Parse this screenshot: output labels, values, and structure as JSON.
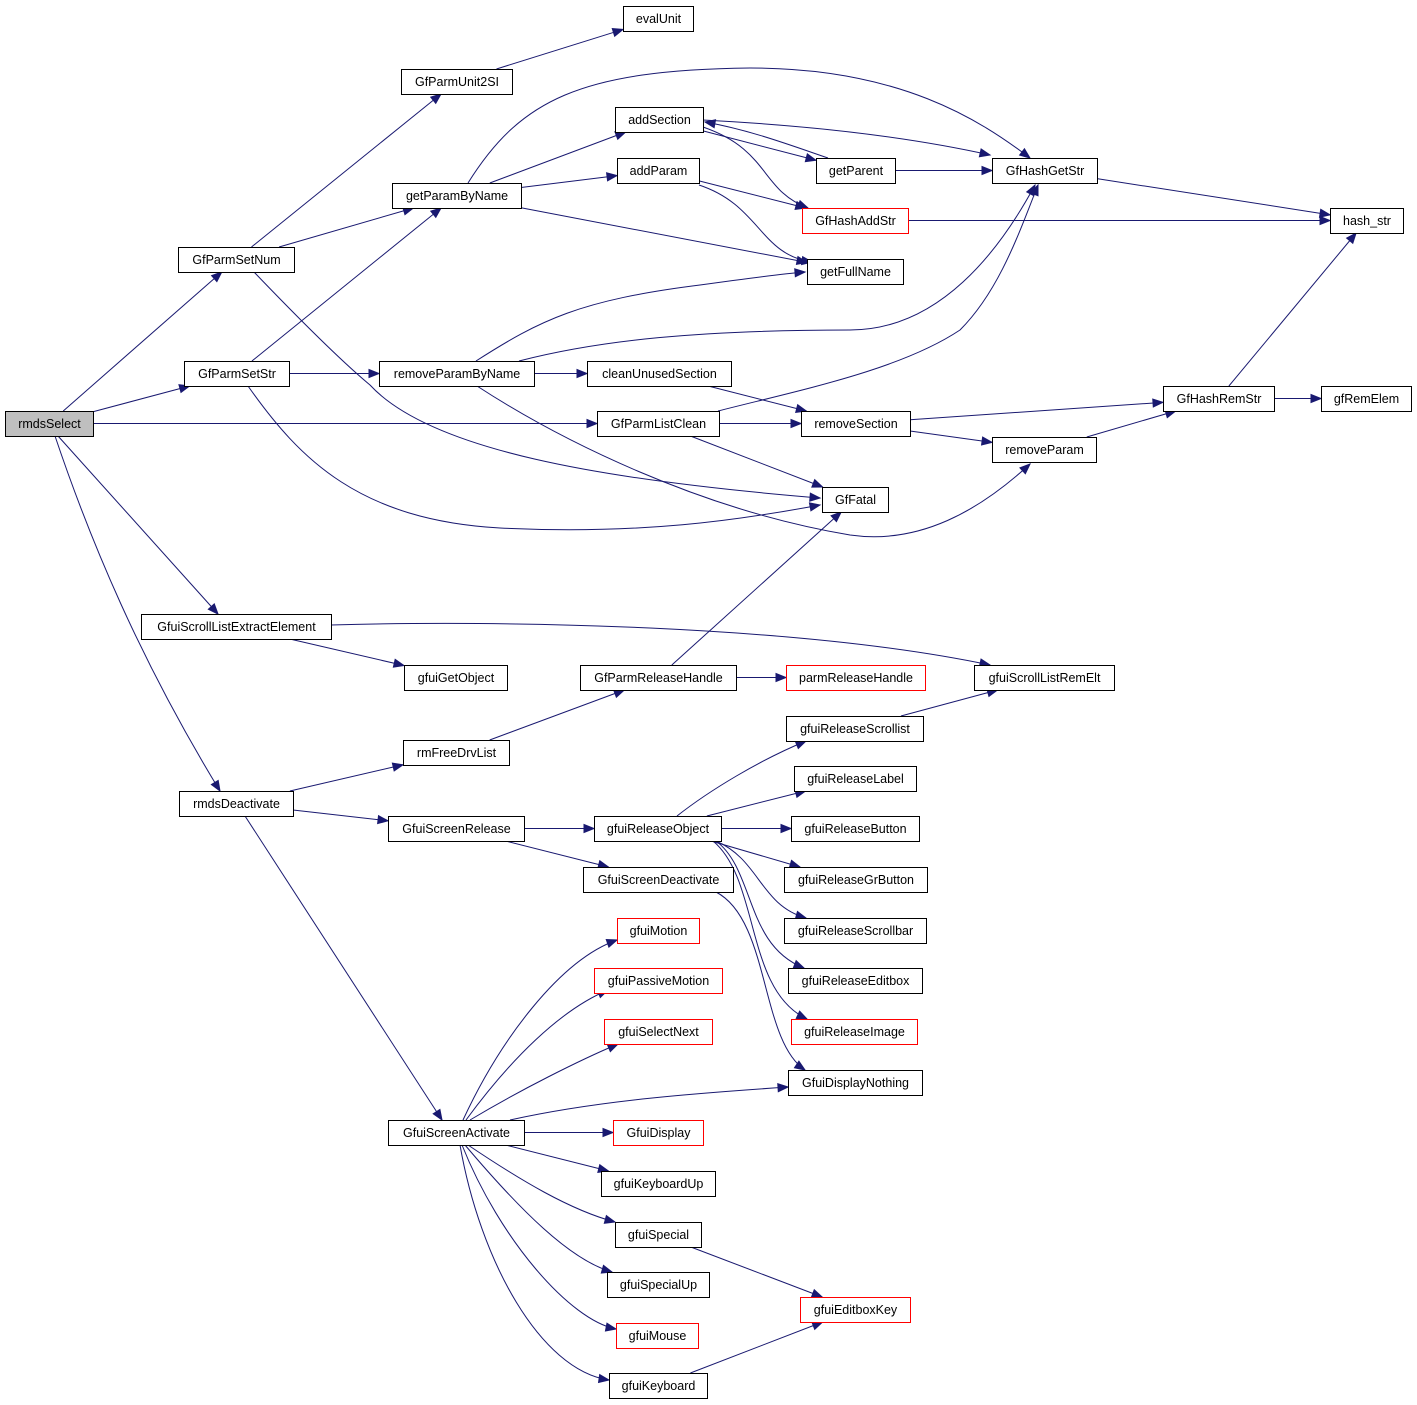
{
  "diagram": {
    "type": "call-graph",
    "root": "rmdsSelect",
    "colors": {
      "edge": "#191970",
      "node_border": "#000000",
      "incomplete_node_border": "#ff0000",
      "root_fill": "#bfbfbf"
    },
    "nodes": [
      {
        "id": "rmdsSelect",
        "label": "rmdsSelect",
        "style": "root"
      },
      {
        "id": "evalUnit",
        "label": "evalUnit",
        "style": "normal"
      },
      {
        "id": "GfParmUnit2SI",
        "label": "GfParmUnit2SI",
        "style": "normal"
      },
      {
        "id": "addSection",
        "label": "addSection",
        "style": "normal"
      },
      {
        "id": "addParam",
        "label": "addParam",
        "style": "normal"
      },
      {
        "id": "getParent",
        "label": "getParent",
        "style": "normal"
      },
      {
        "id": "GfHashGetStr",
        "label": "GfHashGetStr",
        "style": "normal"
      },
      {
        "id": "getParamByName",
        "label": "getParamByName",
        "style": "normal"
      },
      {
        "id": "GfHashAddStr",
        "label": "GfHashAddStr",
        "style": "red"
      },
      {
        "id": "hash_str",
        "label": "hash_str",
        "style": "normal"
      },
      {
        "id": "GfParmSetNum",
        "label": "GfParmSetNum",
        "style": "normal"
      },
      {
        "id": "getFullName",
        "label": "getFullName",
        "style": "normal"
      },
      {
        "id": "GfParmSetStr",
        "label": "GfParmSetStr",
        "style": "normal"
      },
      {
        "id": "removeParamByName",
        "label": "removeParamByName",
        "style": "normal"
      },
      {
        "id": "cleanUnusedSection",
        "label": "cleanUnusedSection",
        "style": "normal"
      },
      {
        "id": "GfHashRemStr",
        "label": "GfHashRemStr",
        "style": "normal"
      },
      {
        "id": "gfRemElem",
        "label": "gfRemElem",
        "style": "normal"
      },
      {
        "id": "GfParmListClean",
        "label": "GfParmListClean",
        "style": "normal"
      },
      {
        "id": "removeSection",
        "label": "removeSection",
        "style": "normal"
      },
      {
        "id": "removeParam",
        "label": "removeParam",
        "style": "normal"
      },
      {
        "id": "GfFatal",
        "label": "GfFatal",
        "style": "normal"
      },
      {
        "id": "GfuiScrollListExtractElement",
        "label": "GfuiScrollListExtractElement",
        "style": "normal"
      },
      {
        "id": "gfuiGetObject",
        "label": "gfuiGetObject",
        "style": "normal"
      },
      {
        "id": "GfParmReleaseHandle",
        "label": "GfParmReleaseHandle",
        "style": "normal"
      },
      {
        "id": "parmReleaseHandle",
        "label": "parmReleaseHandle",
        "style": "red"
      },
      {
        "id": "gfuiScrollListRemElt",
        "label": "gfuiScrollListRemElt",
        "style": "normal"
      },
      {
        "id": "gfuiReleaseScrollist",
        "label": "gfuiReleaseScrollist",
        "style": "normal"
      },
      {
        "id": "rmFreeDrvList",
        "label": "rmFreeDrvList",
        "style": "normal"
      },
      {
        "id": "gfuiReleaseLabel",
        "label": "gfuiReleaseLabel",
        "style": "normal"
      },
      {
        "id": "rmdsDeactivate",
        "label": "rmdsDeactivate",
        "style": "normal"
      },
      {
        "id": "GfuiScreenRelease",
        "label": "GfuiScreenRelease",
        "style": "normal"
      },
      {
        "id": "gfuiReleaseObject",
        "label": "gfuiReleaseObject",
        "style": "normal"
      },
      {
        "id": "gfuiReleaseButton",
        "label": "gfuiReleaseButton",
        "style": "normal"
      },
      {
        "id": "GfuiScreenDeactivate",
        "label": "GfuiScreenDeactivate",
        "style": "normal"
      },
      {
        "id": "gfuiReleaseGrButton",
        "label": "gfuiReleaseGrButton",
        "style": "normal"
      },
      {
        "id": "gfuiMotion",
        "label": "gfuiMotion",
        "style": "red"
      },
      {
        "id": "gfuiReleaseScrollbar",
        "label": "gfuiReleaseScrollbar",
        "style": "normal"
      },
      {
        "id": "gfuiPassiveMotion",
        "label": "gfuiPassiveMotion",
        "style": "red"
      },
      {
        "id": "gfuiReleaseEditbox",
        "label": "gfuiReleaseEditbox",
        "style": "normal"
      },
      {
        "id": "gfuiSelectNext",
        "label": "gfuiSelectNext",
        "style": "red"
      },
      {
        "id": "gfuiReleaseImage",
        "label": "gfuiReleaseImage",
        "style": "red"
      },
      {
        "id": "GfuiDisplayNothing",
        "label": "GfuiDisplayNothing",
        "style": "normal"
      },
      {
        "id": "GfuiScreenActivate",
        "label": "GfuiScreenActivate",
        "style": "normal"
      },
      {
        "id": "GfuiDisplay",
        "label": "GfuiDisplay",
        "style": "red"
      },
      {
        "id": "gfuiKeyboardUp",
        "label": "gfuiKeyboardUp",
        "style": "normal"
      },
      {
        "id": "gfuiSpecial",
        "label": "gfuiSpecial",
        "style": "normal"
      },
      {
        "id": "gfuiSpecialUp",
        "label": "gfuiSpecialUp",
        "style": "normal"
      },
      {
        "id": "gfuiEditboxKey",
        "label": "gfuiEditboxKey",
        "style": "red"
      },
      {
        "id": "gfuiMouse",
        "label": "gfuiMouse",
        "style": "red"
      },
      {
        "id": "gfuiKeyboard",
        "label": "gfuiKeyboard",
        "style": "normal"
      }
    ],
    "edges": [
      [
        "rmdsSelect",
        "GfParmSetNum"
      ],
      [
        "rmdsSelect",
        "GfParmSetStr"
      ],
      [
        "rmdsSelect",
        "GfParmListClean"
      ],
      [
        "rmdsSelect",
        "GfuiScrollListExtractElement"
      ],
      [
        "rmdsSelect",
        "rmdsDeactivate"
      ],
      [
        "GfParmUnit2SI",
        "evalUnit"
      ],
      [
        "GfParmSetNum",
        "GfParmUnit2SI"
      ],
      [
        "GfParmSetNum",
        "getParamByName"
      ],
      [
        "GfParmSetNum",
        "GfFatal"
      ],
      [
        "getParamByName",
        "addSection"
      ],
      [
        "getParamByName",
        "addParam"
      ],
      [
        "getParamByName",
        "GfHashGetStr"
      ],
      [
        "getParamByName",
        "getFullName"
      ],
      [
        "addSection",
        "getParent"
      ],
      [
        "addSection",
        "GfHashAddStr"
      ],
      [
        "addSection",
        "GfHashGetStr"
      ],
      [
        "getParent",
        "addSection"
      ],
      [
        "getParent",
        "GfHashGetStr"
      ],
      [
        "addParam",
        "GfHashAddStr"
      ],
      [
        "addParam",
        "getFullName"
      ],
      [
        "GfHashGetStr",
        "hash_str"
      ],
      [
        "GfHashAddStr",
        "hash_str"
      ],
      [
        "GfParmSetStr",
        "getParamByName"
      ],
      [
        "GfParmSetStr",
        "removeParamByName"
      ],
      [
        "GfParmSetStr",
        "GfFatal"
      ],
      [
        "removeParamByName",
        "getFullName"
      ],
      [
        "removeParamByName",
        "GfHashGetStr"
      ],
      [
        "removeParamByName",
        "cleanUnusedSection"
      ],
      [
        "removeParamByName",
        "removeParam"
      ],
      [
        "cleanUnusedSection",
        "removeSection"
      ],
      [
        "GfParmListClean",
        "GfHashGetStr"
      ],
      [
        "GfParmListClean",
        "removeSection"
      ],
      [
        "GfParmListClean",
        "GfFatal"
      ],
      [
        "removeSection",
        "GfHashRemStr"
      ],
      [
        "removeSection",
        "removeParam"
      ],
      [
        "removeParam",
        "GfHashRemStr"
      ],
      [
        "GfHashRemStr",
        "hash_str"
      ],
      [
        "GfHashRemStr",
        "gfRemElem"
      ],
      [
        "GfuiScrollListExtractElement",
        "gfuiGetObject"
      ],
      [
        "GfuiScrollListExtractElement",
        "gfuiScrollListRemElt"
      ],
      [
        "GfParmReleaseHandle",
        "GfFatal"
      ],
      [
        "GfParmReleaseHandle",
        "parmReleaseHandle"
      ],
      [
        "rmFreeDrvList",
        "GfParmReleaseHandle"
      ],
      [
        "rmdsDeactivate",
        "rmFreeDrvList"
      ],
      [
        "rmdsDeactivate",
        "GfuiScreenRelease"
      ],
      [
        "rmdsDeactivate",
        "GfuiScreenActivate"
      ],
      [
        "GfuiScreenRelease",
        "gfuiReleaseObject"
      ],
      [
        "GfuiScreenRelease",
        "GfuiScreenDeactivate"
      ],
      [
        "gfuiReleaseScrollist",
        "gfuiScrollListRemElt"
      ],
      [
        "gfuiReleaseObject",
        "gfuiReleaseScrollist"
      ],
      [
        "gfuiReleaseObject",
        "gfuiReleaseLabel"
      ],
      [
        "gfuiReleaseObject",
        "gfuiReleaseButton"
      ],
      [
        "gfuiReleaseObject",
        "gfuiReleaseGrButton"
      ],
      [
        "gfuiReleaseObject",
        "gfuiReleaseScrollbar"
      ],
      [
        "gfuiReleaseObject",
        "gfuiReleaseEditbox"
      ],
      [
        "gfuiReleaseObject",
        "gfuiReleaseImage"
      ],
      [
        "GfuiScreenDeactivate",
        "GfuiDisplayNothing"
      ],
      [
        "GfuiScreenActivate",
        "gfuiMotion"
      ],
      [
        "GfuiScreenActivate",
        "gfuiPassiveMotion"
      ],
      [
        "GfuiScreenActivate",
        "gfuiSelectNext"
      ],
      [
        "GfuiScreenActivate",
        "GfuiDisplayNothing"
      ],
      [
        "GfuiScreenActivate",
        "GfuiDisplay"
      ],
      [
        "GfuiScreenActivate",
        "gfuiKeyboardUp"
      ],
      [
        "GfuiScreenActivate",
        "gfuiSpecial"
      ],
      [
        "GfuiScreenActivate",
        "gfuiSpecialUp"
      ],
      [
        "GfuiScreenActivate",
        "gfuiMouse"
      ],
      [
        "GfuiScreenActivate",
        "gfuiKeyboard"
      ],
      [
        "gfuiSpecial",
        "gfuiEditboxKey"
      ],
      [
        "gfuiKeyboard",
        "gfuiEditboxKey"
      ]
    ]
  }
}
